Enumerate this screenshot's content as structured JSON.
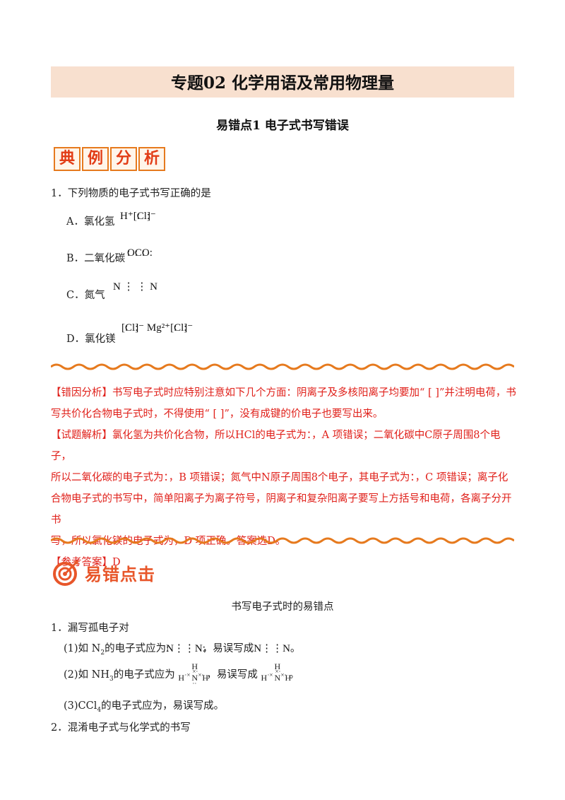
{
  "title": "专题02  化学用语及常用物理量",
  "subtitle": "易错点1  电子式书写错误",
  "badge": [
    "典",
    "例",
    "分",
    "析"
  ],
  "question": {
    "stem": "1．下列物质的电子式书写正确的是",
    "options": [
      {
        "label": "A．氯化氢",
        "formula": "H⁺[׃Cl׃]⁻"
      },
      {
        "label": "B．二氧化碳",
        "formula": "׃O׃C׃O׃"
      },
      {
        "label": "C．氮气",
        "formula": "N ⋮ ⋮ N"
      },
      {
        "label": "D．氯化镁",
        "formula": "[׃Cl׃]⁻ Mg²⁺[׃Cl׃]⁻"
      }
    ]
  },
  "analysis": {
    "error_label": "【错因分析】",
    "error_text_1": "书写电子式时应特别注意如下几个方面：阴离子及多核阳离子均要加“ [ ]”并注明电荷，书",
    "error_text_2": "写共价化合物电子式时，不得使用“ [ ]”，没有成键的价电子也要写出来。",
    "solution_label": "【试题解析】",
    "solution_text_1": "氯化氢为共价化合物，所以HCl的电子式为：，A 项错误；二氧化碳中C原子周围8个电子，",
    "solution_text_2": "所以二氧化碳的电子式为：，B 项错误；氮气中N原子周围8个电子，其电子式为：，C 项错误；离子化",
    "solution_text_3": "合物电子式的书写中，简单阳离子为离子符号，阴离子和复杂阳离子要写上方括号和电荷，各离子分开书",
    "solution_text_4": "写，所以氯化镁的电子式为，D 项正确。答案选D。",
    "answer_label": "【参考答案】",
    "answer": "D"
  },
  "keypoint": {
    "label": "易错点击",
    "heading": "书写电子式时的易错点",
    "item1": "1．漏写孤电子对",
    "sub1_a": "(1)如 N",
    "sub1_b": "的电子式应为",
    "sub1_formula_right": "׃N⋮⋮N׃",
    "sub1_c": "，易误写成",
    "sub1_formula_wrong": "N⋮⋮N",
    "sub1_end": "。",
    "sub2_a": "(2)如 NH",
    "sub2_b": "的电子式应为",
    "sub2_c": "，易误写成",
    "sub2_end": "。",
    "sub3_a": "(3)CCl",
    "sub3_b": "的电子式应为，易误写成。",
    "item2": "2．混淆电子式与化学式的书写"
  },
  "colors": {
    "band": "#f8e0cf",
    "red": "#e0201a",
    "orange": "#e67a1e"
  }
}
